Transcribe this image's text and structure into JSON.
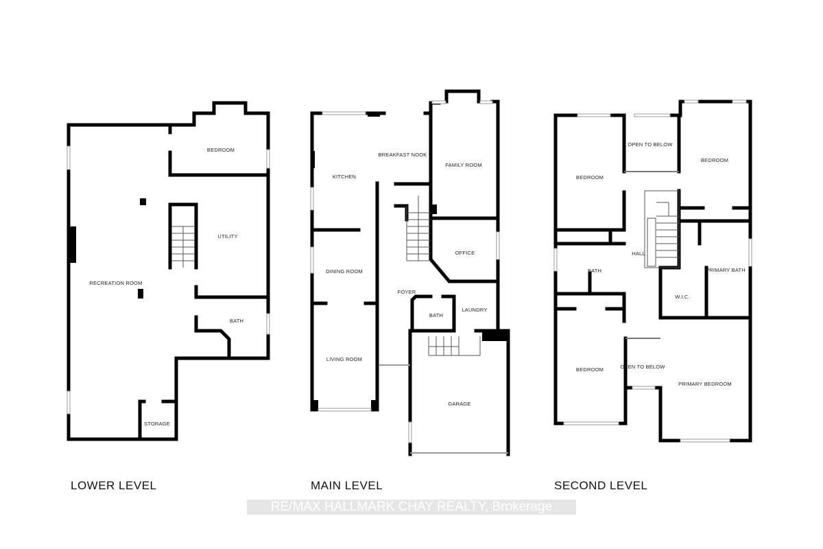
{
  "levels": [
    {
      "name": "LOWER LEVEL",
      "rooms": [
        "BEDROOM",
        "UTILITY",
        "RECREATION ROOM",
        "BATH",
        "STORAGE"
      ]
    },
    {
      "name": "MAIN LEVEL",
      "rooms": [
        "KITCHEN",
        "BREAKFAST NOOK",
        "FAMILY ROOM",
        "OFFICE",
        "DINING ROOM",
        "FOYER",
        "BATH",
        "LAUNDRY",
        "LIVING ROOM",
        "GARAGE"
      ]
    },
    {
      "name": "SECOND LEVEL",
      "rooms": [
        "BEDROOM",
        "OPEN TO BELOW",
        "BEDROOM",
        "HALL",
        "PRIMARY BATH",
        "BATH",
        "W.I.C.",
        "BEDROOM",
        "OPEN TO BELOW",
        "PRIMARY BEDROOM"
      ]
    }
  ],
  "watermark": "RE/MAX HALLMARK CHAY REALTY, Brokerage",
  "colors": {
    "walls": "#000000",
    "background": "#ffffff"
  }
}
